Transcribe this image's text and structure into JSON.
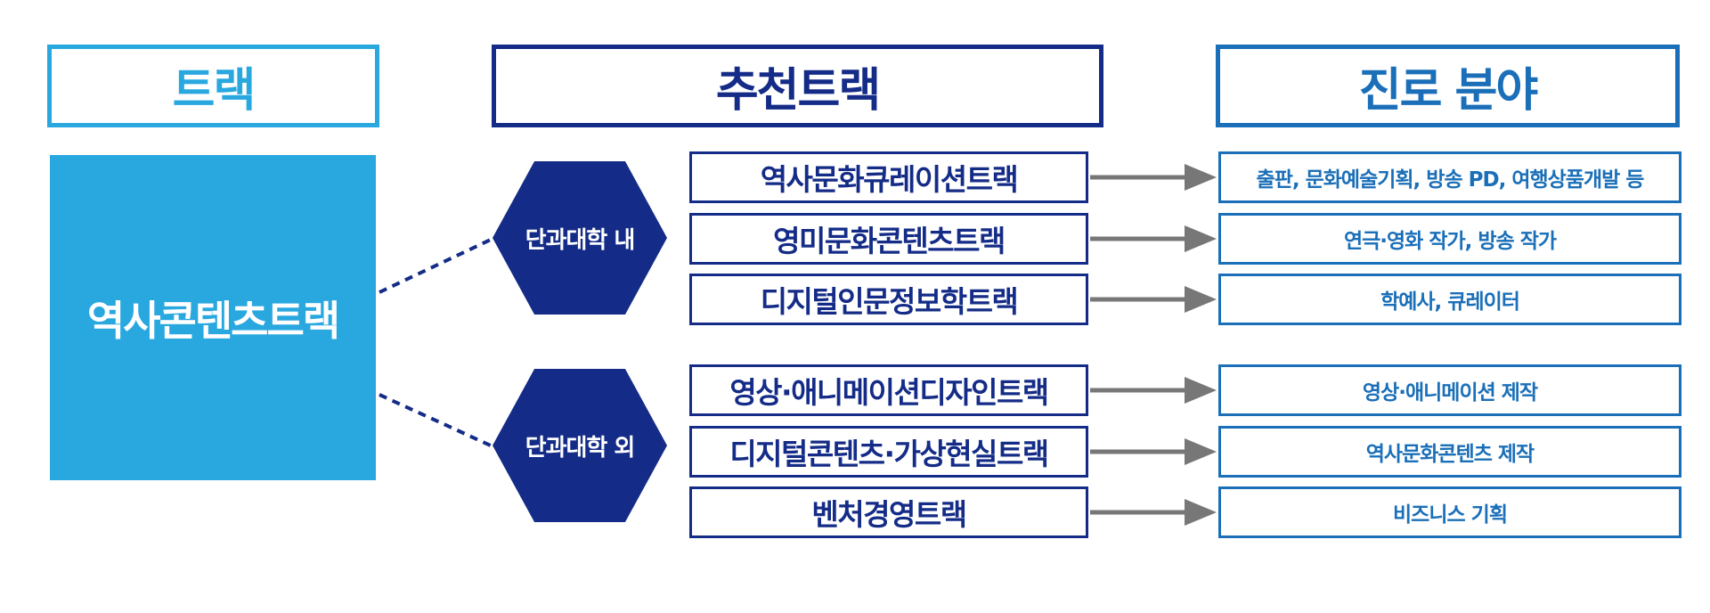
{
  "headers": {
    "track": "트랙",
    "recommended": "추천트랙",
    "career": "진로 분야"
  },
  "main_track": "역사콘텐츠트랙",
  "groups": [
    {
      "label": "단과대학 내",
      "rows": [
        {
          "track": "역사문화큐레이션트랙",
          "career": "출판, 문화예술기획, 방송 PD, 여행상품개발 등"
        },
        {
          "track": "영미문화콘텐츠트랙",
          "career": "연극·영화 작가, 방송 작가"
        },
        {
          "track": "디지털인문정보학트랙",
          "career": "학예사, 큐레이터"
        }
      ]
    },
    {
      "label": "단과대학 외",
      "rows": [
        {
          "track": "영상·애니메이션디자인트랙",
          "career": "영상·애니메이션 제작"
        },
        {
          "track": "디지털콘텐츠·가상현실트랙",
          "career": "역사문화콘텐츠 제작"
        },
        {
          "track": "벤처경영트랙",
          "career": "비즈니스 기획"
        }
      ]
    }
  ],
  "colors": {
    "light_blue": "#29a8e0",
    "navy": "#142c87",
    "mid_blue": "#1a6fb8",
    "arrow": "#777777"
  }
}
